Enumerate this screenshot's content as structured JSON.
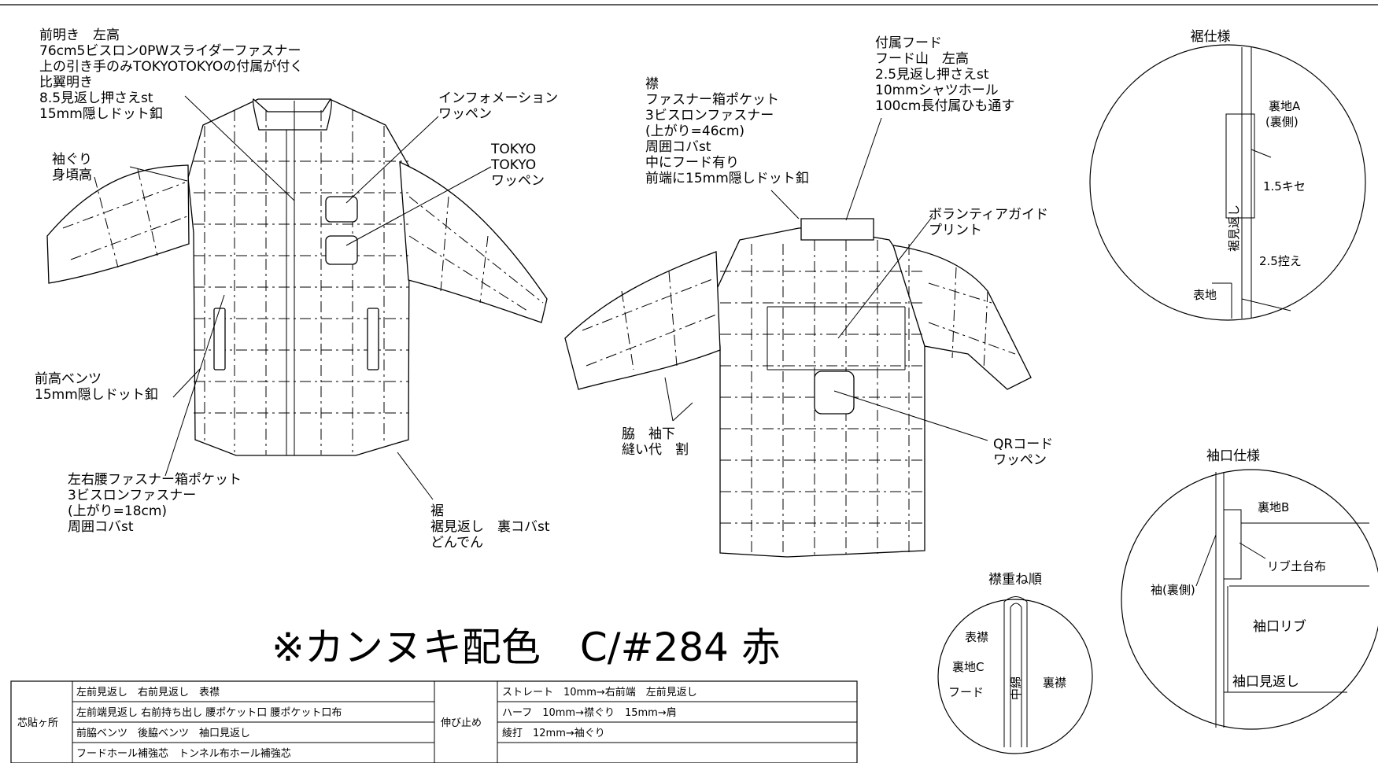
{
  "front_labels": {
    "front_opening": [
      "前明き　左高",
      "76cm5ビスロン0PWスライダーファスナー",
      "上の引き手のみTOKYOTOKYOの付属が付く",
      "比翼明き",
      "8.5見返し押さえst",
      "15mm隠しドット釦"
    ],
    "armhole": [
      "袖ぐり",
      "身頃高"
    ],
    "info_patch": [
      "インフォメーション",
      "ワッペン"
    ],
    "tokyo_patch": [
      "TOKYO",
      "TOKYO",
      "ワッペン"
    ],
    "front_darts": [
      "前高ベンツ",
      "15mm隠しドット釦"
    ],
    "waist_pocket": [
      "左右腰ファスナー箱ポケット",
      "3ビスロンファスナー",
      "(上がり=18cm)",
      "周囲コバst"
    ],
    "hem": [
      "裾",
      "裾見返し　裏コバst",
      "どんでん"
    ]
  },
  "back_labels": {
    "collar": [
      "襟",
      "ファスナー箱ポケット",
      "3ビスロンファスナー",
      "(上がり=46cm)",
      "周囲コバst",
      "中にフード有り",
      "前端に15mm隠しドット釦"
    ],
    "hood": [
      "付属フード",
      "フード山　左高",
      "2.5見返し押さえst",
      "10mmシャツホール",
      "100cm長付属ひも通す"
    ],
    "volunteer_print": [
      "ボランティアガイド",
      "プリント"
    ],
    "side_seam": [
      "脇　袖下",
      "縫い代　割"
    ],
    "qr_patch": [
      "QRコード",
      "ワッペン"
    ]
  },
  "hem_detail": {
    "title": "裾仕様",
    "lining_a": [
      "裏地A",
      "(裏側)"
    ],
    "kise": "1.5キセ",
    "hikae": "2.5控え",
    "susomikaeshi": "裾見返し",
    "omote": "表地"
  },
  "cuff_detail": {
    "title": "袖口仕様",
    "lining_b": "裏地B",
    "rib_base": "リブ土台布",
    "sleeve_back": "袖(裏側)",
    "cuff_rib": "袖口リブ",
    "cuff_facing": "袖口見返し"
  },
  "collar_detail": {
    "title": "襟重ね順",
    "omote_eri": "表襟",
    "lining_c": "裏地C",
    "hood": "フード",
    "nakawata": "中綿",
    "ura_eri": "裏襟"
  },
  "bartack_note": "※カンヌキ配色　C/#284 赤",
  "table": {
    "left_header": "芯貼ヶ所",
    "left_rows": [
      "左前見返し　右前見返し　表襟",
      "左前端見返し 右前持ち出し 腰ポケット口 腰ポケット口布",
      "前脇ベンツ　後脇ベンツ　袖口見返し",
      "フードホール補強芯　トンネル布ホール補強芯"
    ],
    "right_header": "伸び止め",
    "right_rows": [
      "ストレート　10mm→右前端　左前見返し",
      "ハーフ　10mm→襟ぐり　15mm→肩",
      "綾打　12mm→袖ぐり",
      ""
    ]
  }
}
